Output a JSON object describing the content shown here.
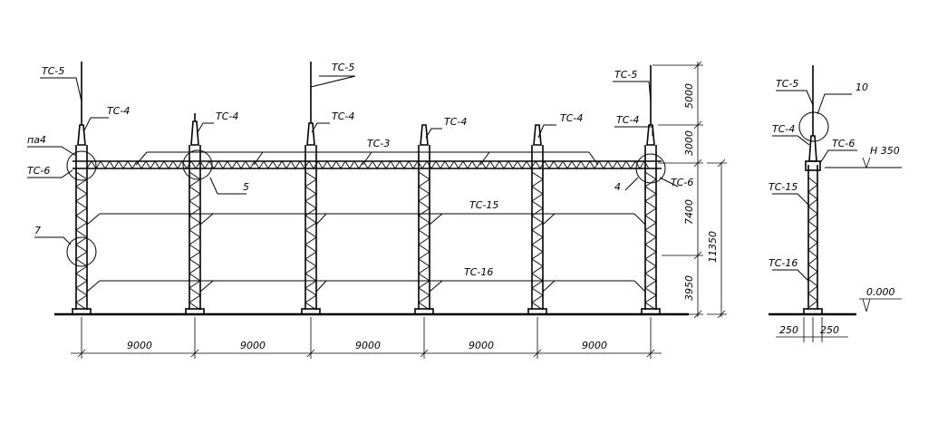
{
  "labels": {
    "tc5": "ТС-5",
    "tc4": "ТС-4",
    "tc3": "ТС-3",
    "tc6": "ТС-6",
    "tc15": "ТС-15",
    "tc16": "ТС-16",
    "pa4": "па4",
    "n7": "7",
    "n5": "5",
    "n4": "4",
    "n10": "10"
  },
  "dimensions": {
    "span": "9000",
    "h5000": "5000",
    "h3000": "3000",
    "h7400": "7400",
    "h3950": "3950",
    "h11350": "11350",
    "d250": "250",
    "elev_top": "Н 350",
    "elev_zero": "0.000"
  }
}
